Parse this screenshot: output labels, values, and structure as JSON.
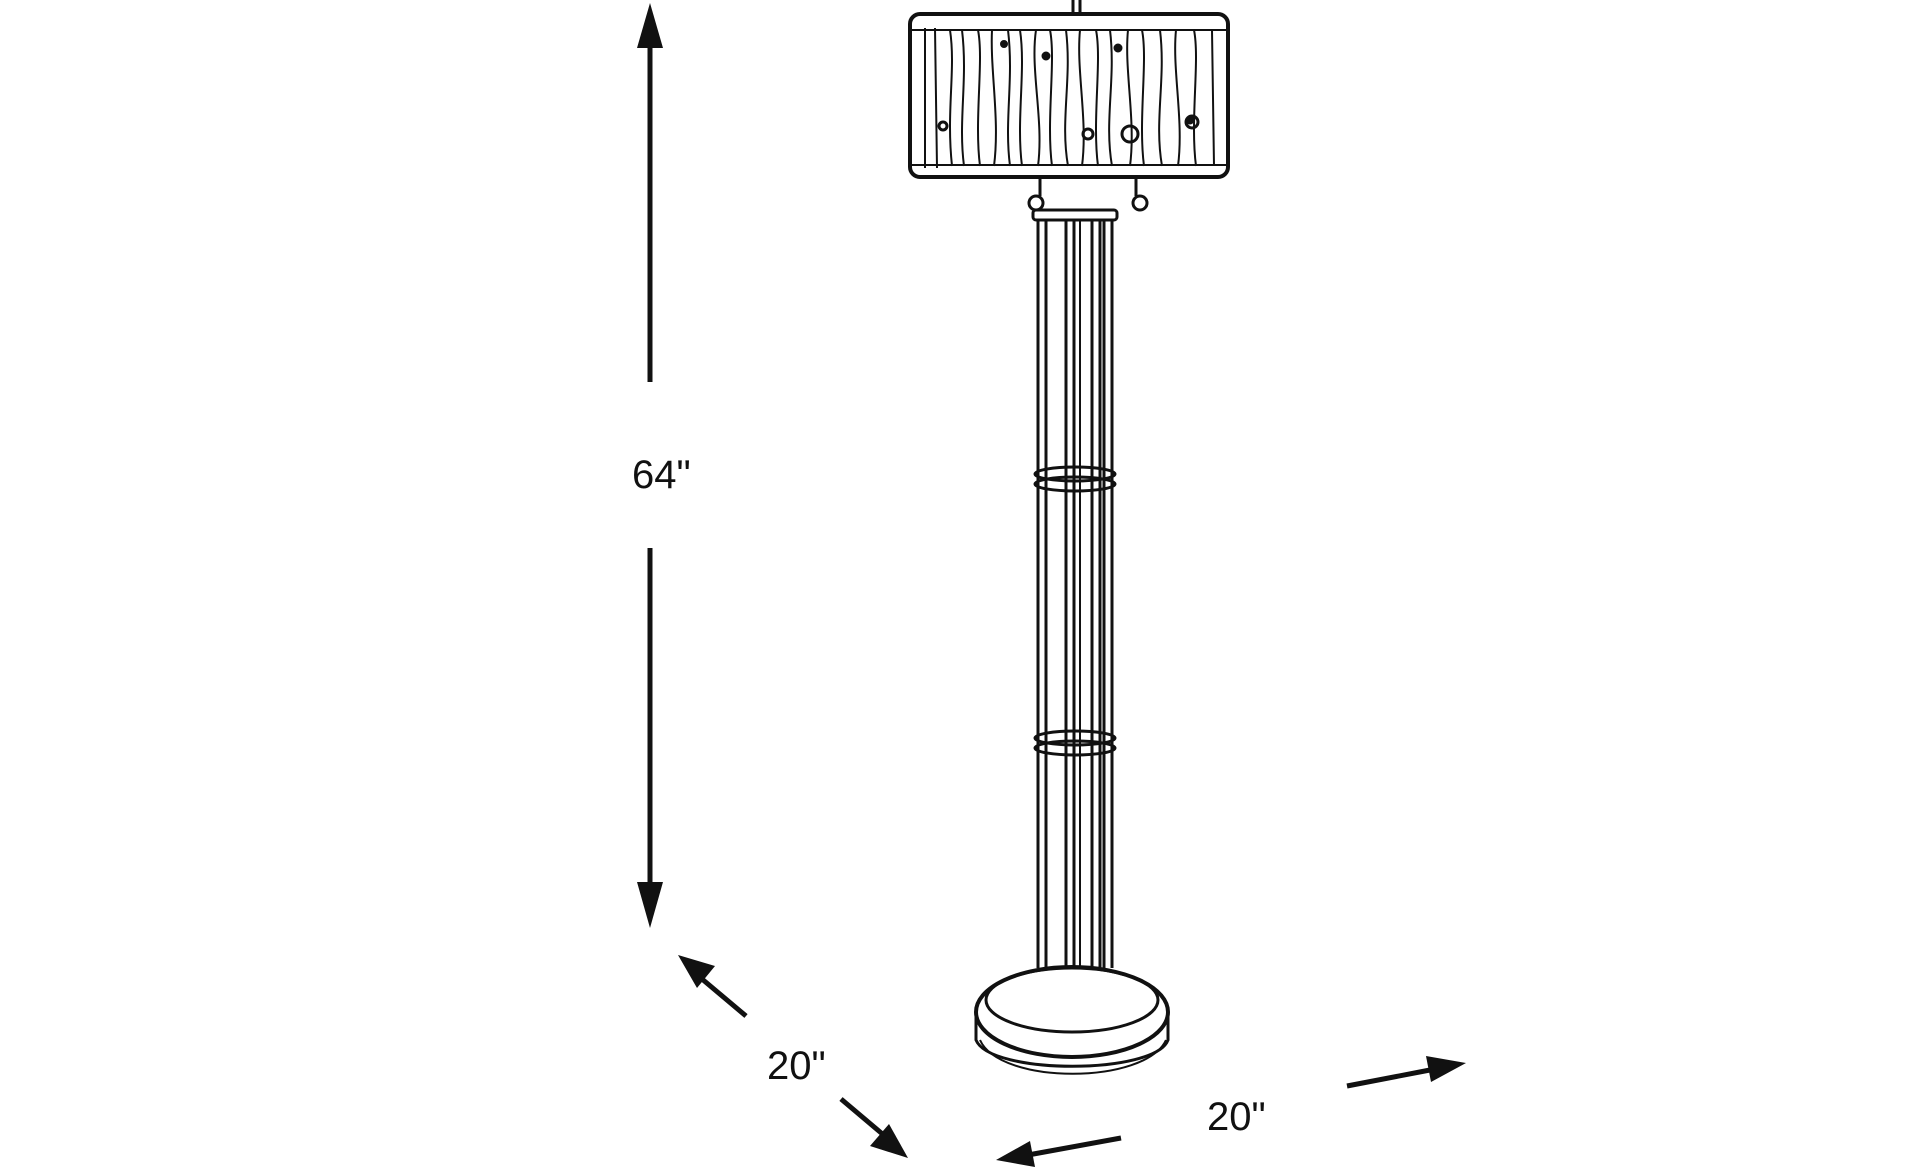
{
  "dimensions": {
    "height": "64\"",
    "depth": "20\"",
    "width": "20\""
  },
  "colors": {
    "ink": "#111111",
    "background": "#ffffff"
  }
}
